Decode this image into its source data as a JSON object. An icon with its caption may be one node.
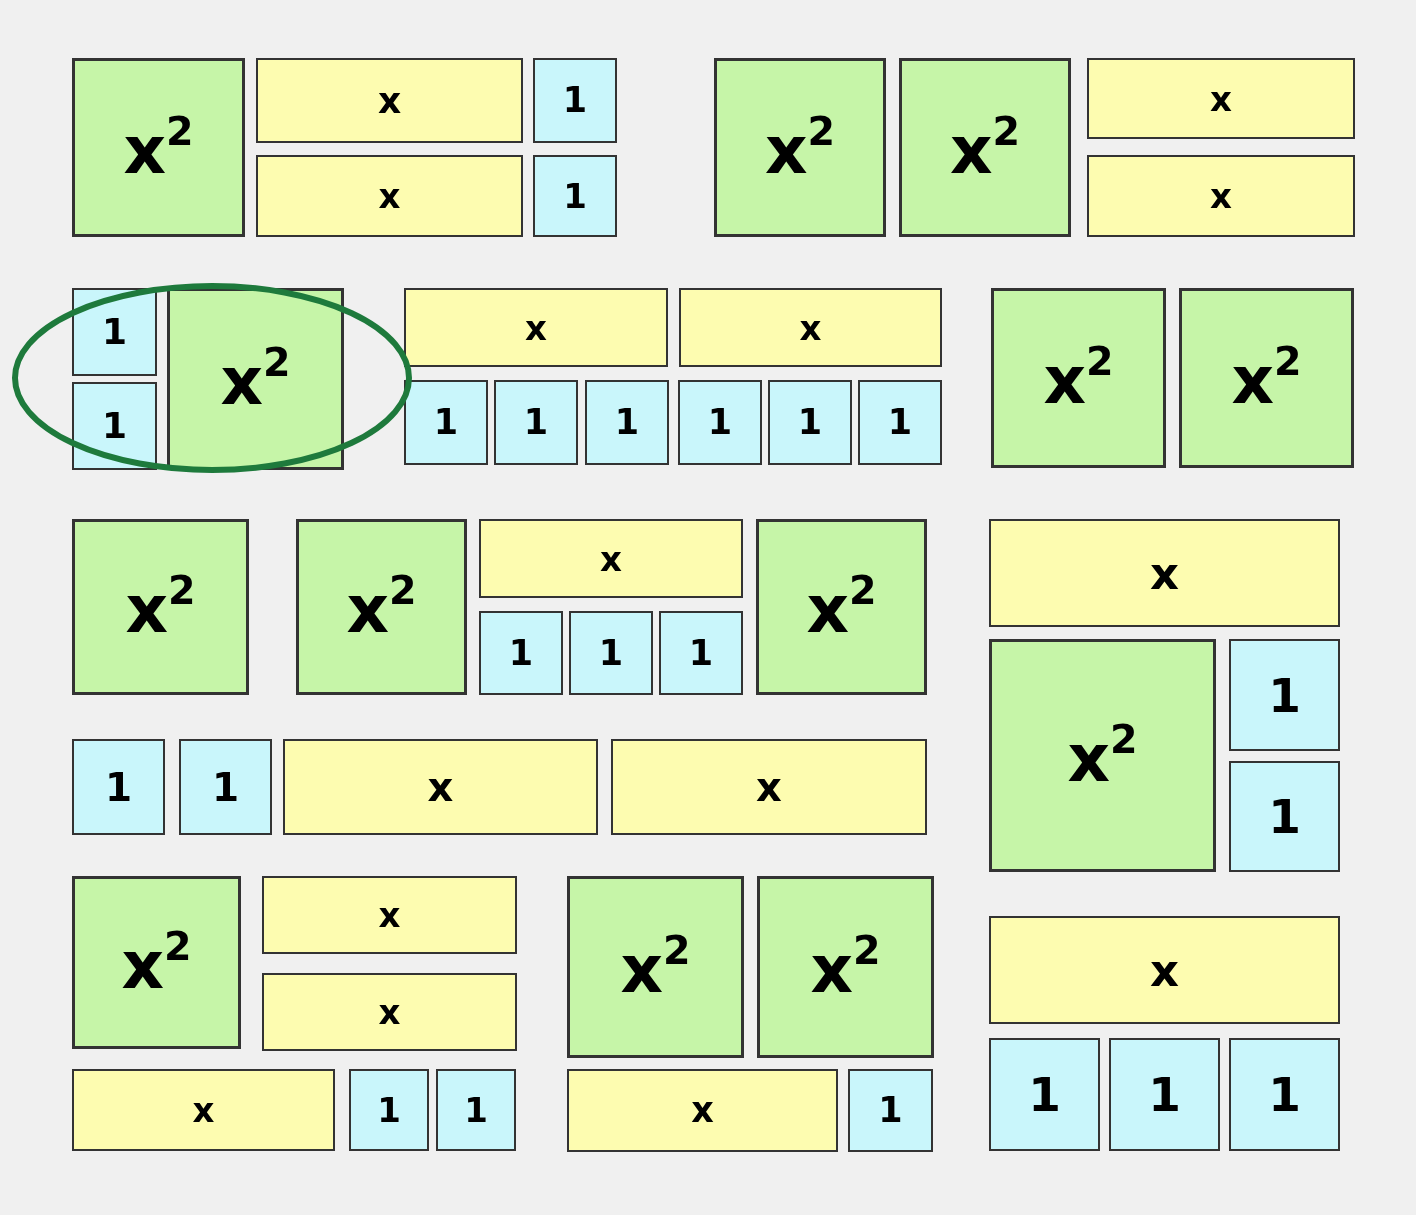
{
  "diagram": {
    "nodes": [
      {
        "text": [
          "x$^{2}$"
        ]
      },
      {
        "text": [
          "x"
        ]
      },
      {
        "text": [
          "1"
        ]
      },
      {
        "text": [
          "x"
        ]
      },
      {
        "text": [
          "1"
        ]
      },
      {
        "text": [
          "x$^{2}$"
        ]
      },
      {
        "text": [
          "x$^{2}$"
        ]
      },
      {
        "text": [
          "x"
        ]
      },
      {
        "text": [
          "x"
        ]
      },
      {
        "text": [
          "1"
        ]
      },
      {
        "text": [
          "1"
        ]
      },
      {
        "text": [
          "x$^{2}$"
        ]
      },
      {
        "text": [
          "x"
        ]
      },
      {
        "text": [
          "x"
        ]
      },
      {
        "text": [
          "1"
        ]
      },
      {
        "text": [
          "1"
        ]
      },
      {
        "text": [
          "1"
        ]
      },
      {
        "text": [
          "1"
        ]
      },
      {
        "text": [
          "1"
        ]
      },
      {
        "text": [
          "1"
        ]
      },
      {
        "text": [
          "x$^{2}$"
        ]
      },
      {
        "text": [
          "x$^{2}$"
        ]
      },
      {
        "text": [
          "x$^{2}$"
        ]
      },
      {
        "text": [
          "x$^{2}$"
        ]
      },
      {
        "text": [
          "x"
        ]
      },
      {
        "text": [
          "1"
        ]
      },
      {
        "text": [
          "1"
        ]
      },
      {
        "text": [
          "1"
        ]
      },
      {
        "text": [
          "x$^{2}$"
        ]
      },
      {
        "text": [
          "1"
        ]
      },
      {
        "text": [
          "1"
        ]
      },
      {
        "text": [
          "x"
        ]
      },
      {
        "text": [
          "x"
        ]
      },
      {
        "text": [
          "x"
        ]
      },
      {
        "text": [
          "x$^{2}$"
        ]
      },
      {
        "text": [
          "1"
        ]
      },
      {
        "text": [
          "1"
        ]
      },
      {
        "text": [
          "x$^{2}$"
        ]
      },
      {
        "text": [
          "x"
        ]
      },
      {
        "text": [
          "x"
        ]
      },
      {
        "text": [
          "x"
        ]
      },
      {
        "text": [
          "1"
        ]
      },
      {
        "text": [
          "1"
        ]
      },
      {
        "text": [
          "x$^{2}$"
        ]
      },
      {
        "text": [
          "x$^{2}$"
        ]
      },
      {
        "text": [
          "x"
        ]
      },
      {
        "text": [
          "1"
        ]
      },
      {
        "text": [
          "x"
        ]
      },
      {
        "text": [
          "1"
        ]
      },
      {
        "text": [
          "1"
        ]
      },
      {
        "text": [
          "1"
        ]
      }
    ]
  }
}
